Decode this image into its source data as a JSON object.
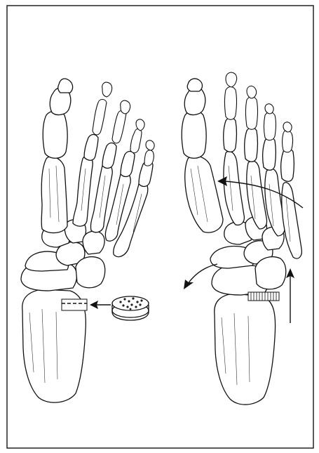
{
  "figure": {
    "panels": [
      {
        "id": "left-foot",
        "caption": ""
      },
      {
        "id": "right-foot",
        "caption": ""
      }
    ],
    "colors": {
      "background": "#ffffff",
      "border": "#222222",
      "ink": "#111111"
    },
    "graft": {
      "type": "wedge-bone-graft",
      "icon": "graft-disc"
    },
    "arrows": [
      {
        "name": "graft-insertion-arrow"
      },
      {
        "name": "forefoot-adduction-arrow"
      },
      {
        "name": "hindfoot-rotation-arrow"
      },
      {
        "name": "lateral-column-arrow"
      }
    ]
  }
}
